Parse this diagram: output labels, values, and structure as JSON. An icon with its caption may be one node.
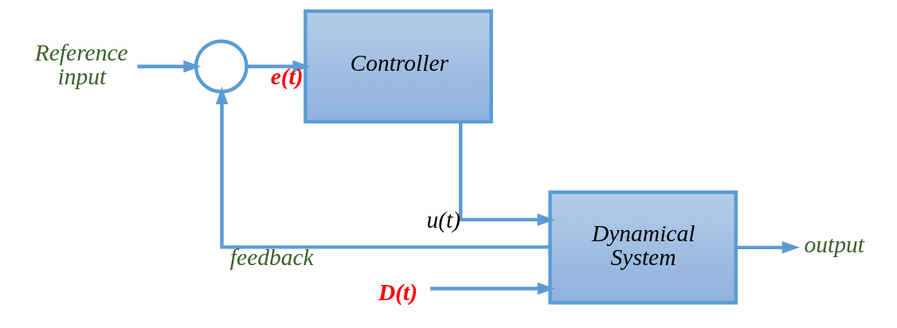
{
  "diagram": {
    "nodes": [
      {
        "text": [
          "Reference input"
        ]
      },
      {
        "text": [],
        "shape": "circle"
      },
      {
        "text": [
          "Controller"
        ]
      },
      {
        "text": [
          "Dynamical System"
        ]
      },
      {
        "text": [
          "D(t)"
        ]
      },
      {
        "text": [
          "output"
        ]
      }
    ],
    "edges": [
      {
        "from": 0,
        "to": 1,
        "arrow": "to"
      },
      {
        "from": 1,
        "to": 2,
        "arrow": "to",
        "label": "e(t)"
      },
      {
        "from": 2,
        "to": 3,
        "arrow": "to",
        "label": "u(t)"
      },
      {
        "from": 4,
        "to": 3,
        "arrow": "to"
      },
      {
        "from": 3,
        "to": 5,
        "arrow": "to"
      },
      {
        "from": 3,
        "to": 1,
        "arrow": "to",
        "label": "feedback"
      }
    ]
  }
}
